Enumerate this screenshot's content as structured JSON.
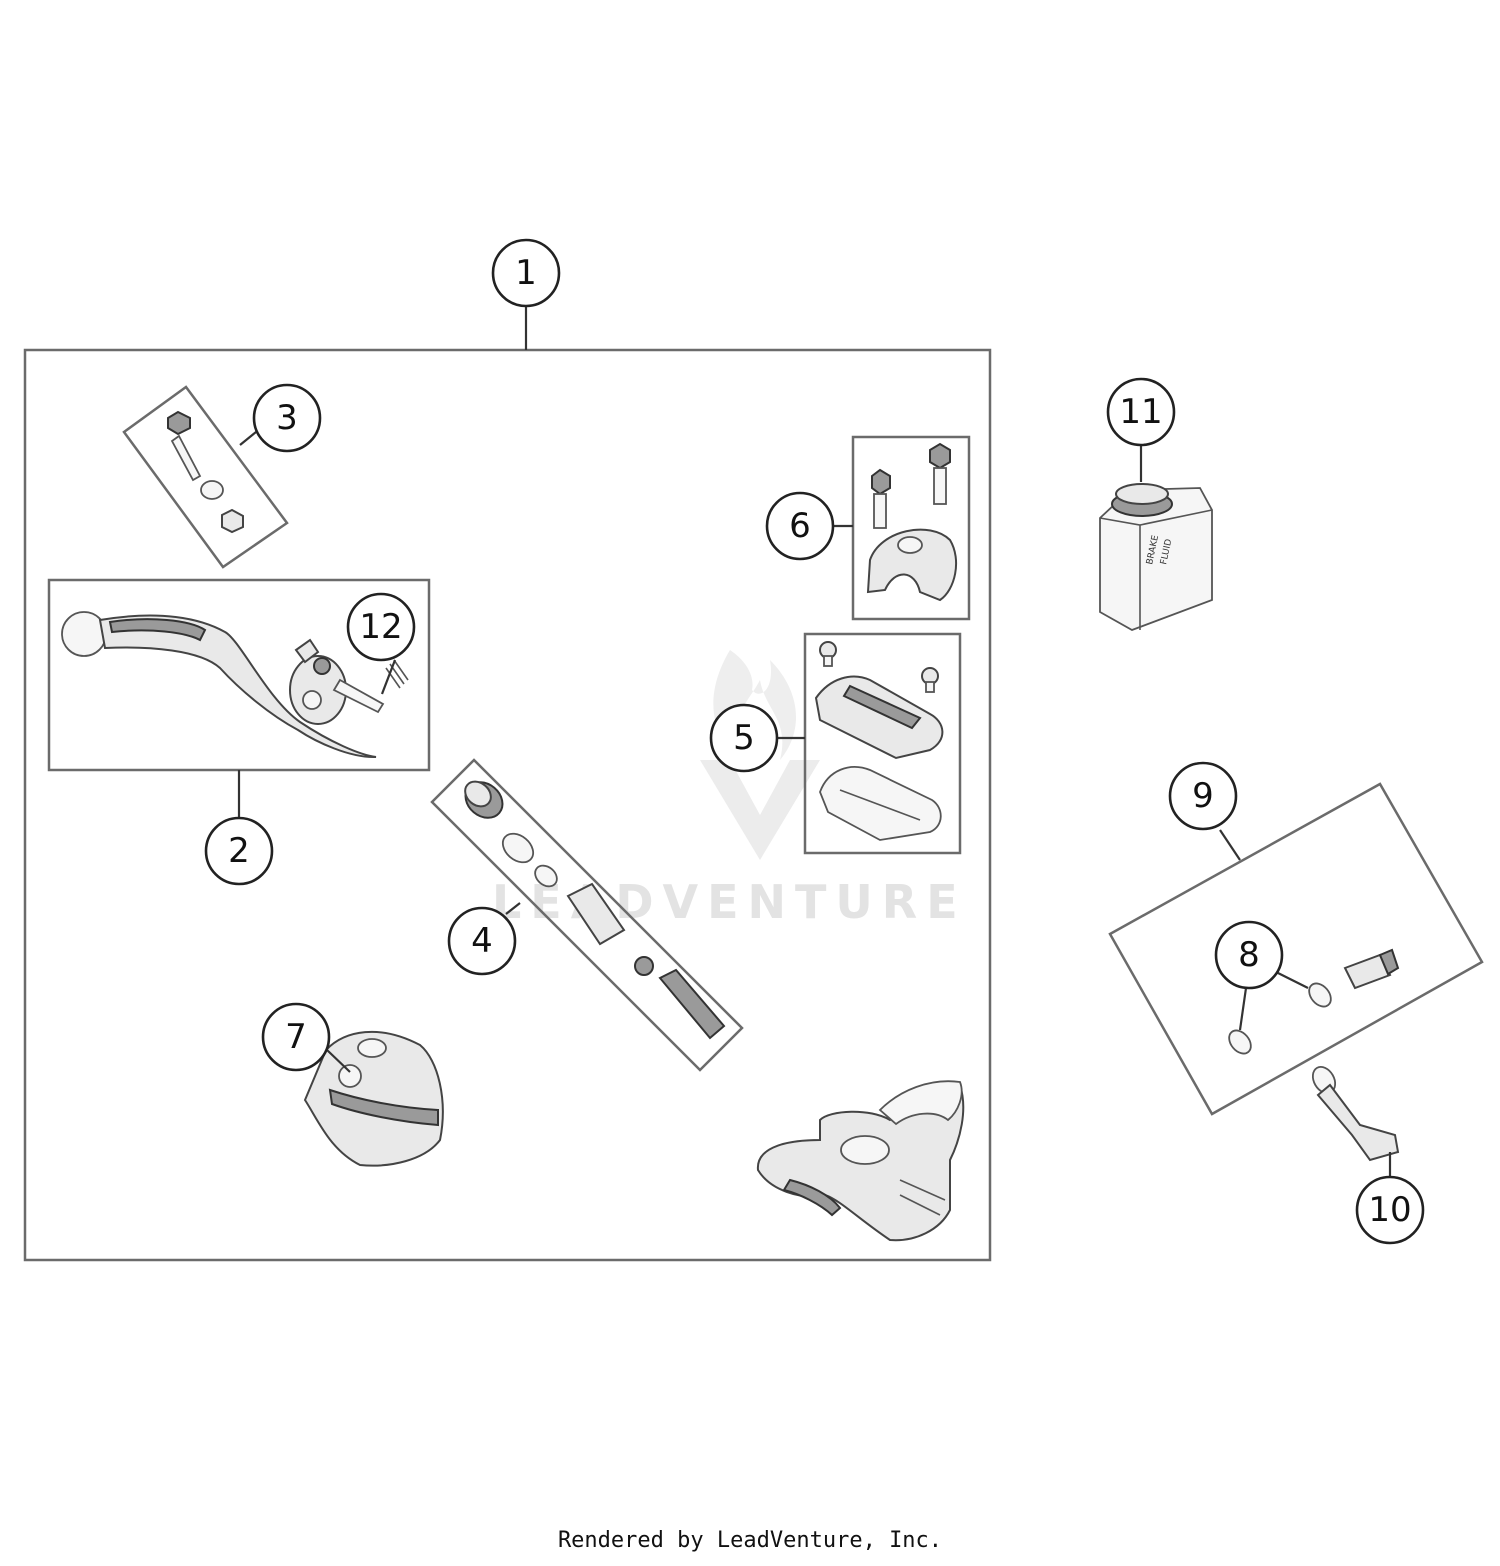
{
  "callouts": [
    {
      "id": "1",
      "label": "1"
    },
    {
      "id": "2",
      "label": "2"
    },
    {
      "id": "3",
      "label": "3"
    },
    {
      "id": "4",
      "label": "4"
    },
    {
      "id": "5",
      "label": "5"
    },
    {
      "id": "6",
      "label": "6"
    },
    {
      "id": "7",
      "label": "7"
    },
    {
      "id": "8",
      "label": "8"
    },
    {
      "id": "9",
      "label": "9"
    },
    {
      "id": "10",
      "label": "10"
    },
    {
      "id": "11",
      "label": "11"
    },
    {
      "id": "12",
      "label": "12"
    }
  ],
  "fluid_label": {
    "line1": "BRAKE",
    "line2": "FLUID"
  },
  "watermark": "LEADVENTURE",
  "footer": "Rendered by LeadVenture, Inc."
}
